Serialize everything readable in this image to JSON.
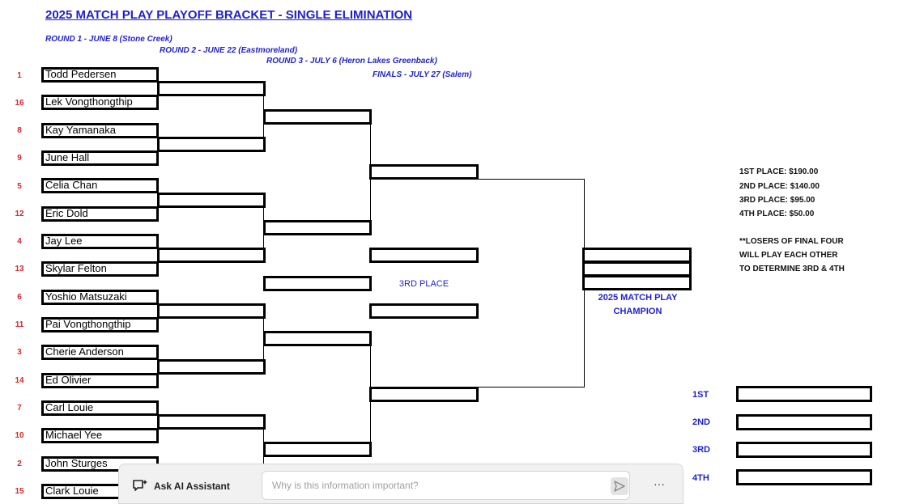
{
  "title": "2025 MATCH PLAY PLAYOFF BRACKET - SINGLE ELIMINATION",
  "rounds": [
    "ROUND 1 - JUNE 8 (Stone Creek)",
    "ROUND 2 - JUNE 22 (Eastmoreland)",
    "ROUND 3 - JULY 6 (Heron Lakes Greenback)",
    "FINALS - JULY 27 (Salem)"
  ],
  "players": [
    {
      "seed": "1",
      "name": "Todd Pedersen"
    },
    {
      "seed": "16",
      "name": "Lek Vongthongthip"
    },
    {
      "seed": "8",
      "name": "Kay Yamanaka"
    },
    {
      "seed": "9",
      "name": "June Hall"
    },
    {
      "seed": "5",
      "name": "Celia Chan"
    },
    {
      "seed": "12",
      "name": "Eric Dold"
    },
    {
      "seed": "4",
      "name": "Jay Lee"
    },
    {
      "seed": "13",
      "name": "Skylar Felton"
    },
    {
      "seed": "6",
      "name": "Yoshio Matsuzaki"
    },
    {
      "seed": "11",
      "name": "Pai Vongthongthip"
    },
    {
      "seed": "3",
      "name": "Cherie Anderson"
    },
    {
      "seed": "14",
      "name": "Ed Olivier"
    },
    {
      "seed": "7",
      "name": "Carl Louie"
    },
    {
      "seed": "10",
      "name": "Michael Yee"
    },
    {
      "seed": "2",
      "name": "John Sturges"
    },
    {
      "seed": "15",
      "name": "Clark Louie"
    }
  ],
  "third_place_label": "3RD PLACE",
  "champion_label_line1": "2025 MATCH PLAY",
  "champion_label_line2": "CHAMPION",
  "prizes": [
    "1ST PLACE: $190.00",
    "2ND PLACE: $140.00",
    "3RD PLACE: $95.00",
    "4TH PLACE: $50.00"
  ],
  "note_lines": [
    "**LOSERS OF FINAL FOUR",
    "WILL PLAY EACH OTHER",
    "TO DETERMINE 3RD & 4TH"
  ],
  "finish_places": [
    "1ST",
    "2ND",
    "3RD",
    "4TH"
  ],
  "ai_assistant": {
    "label": "Ask AI Assistant",
    "placeholder": "Why is this information important?",
    "more": "···"
  }
}
